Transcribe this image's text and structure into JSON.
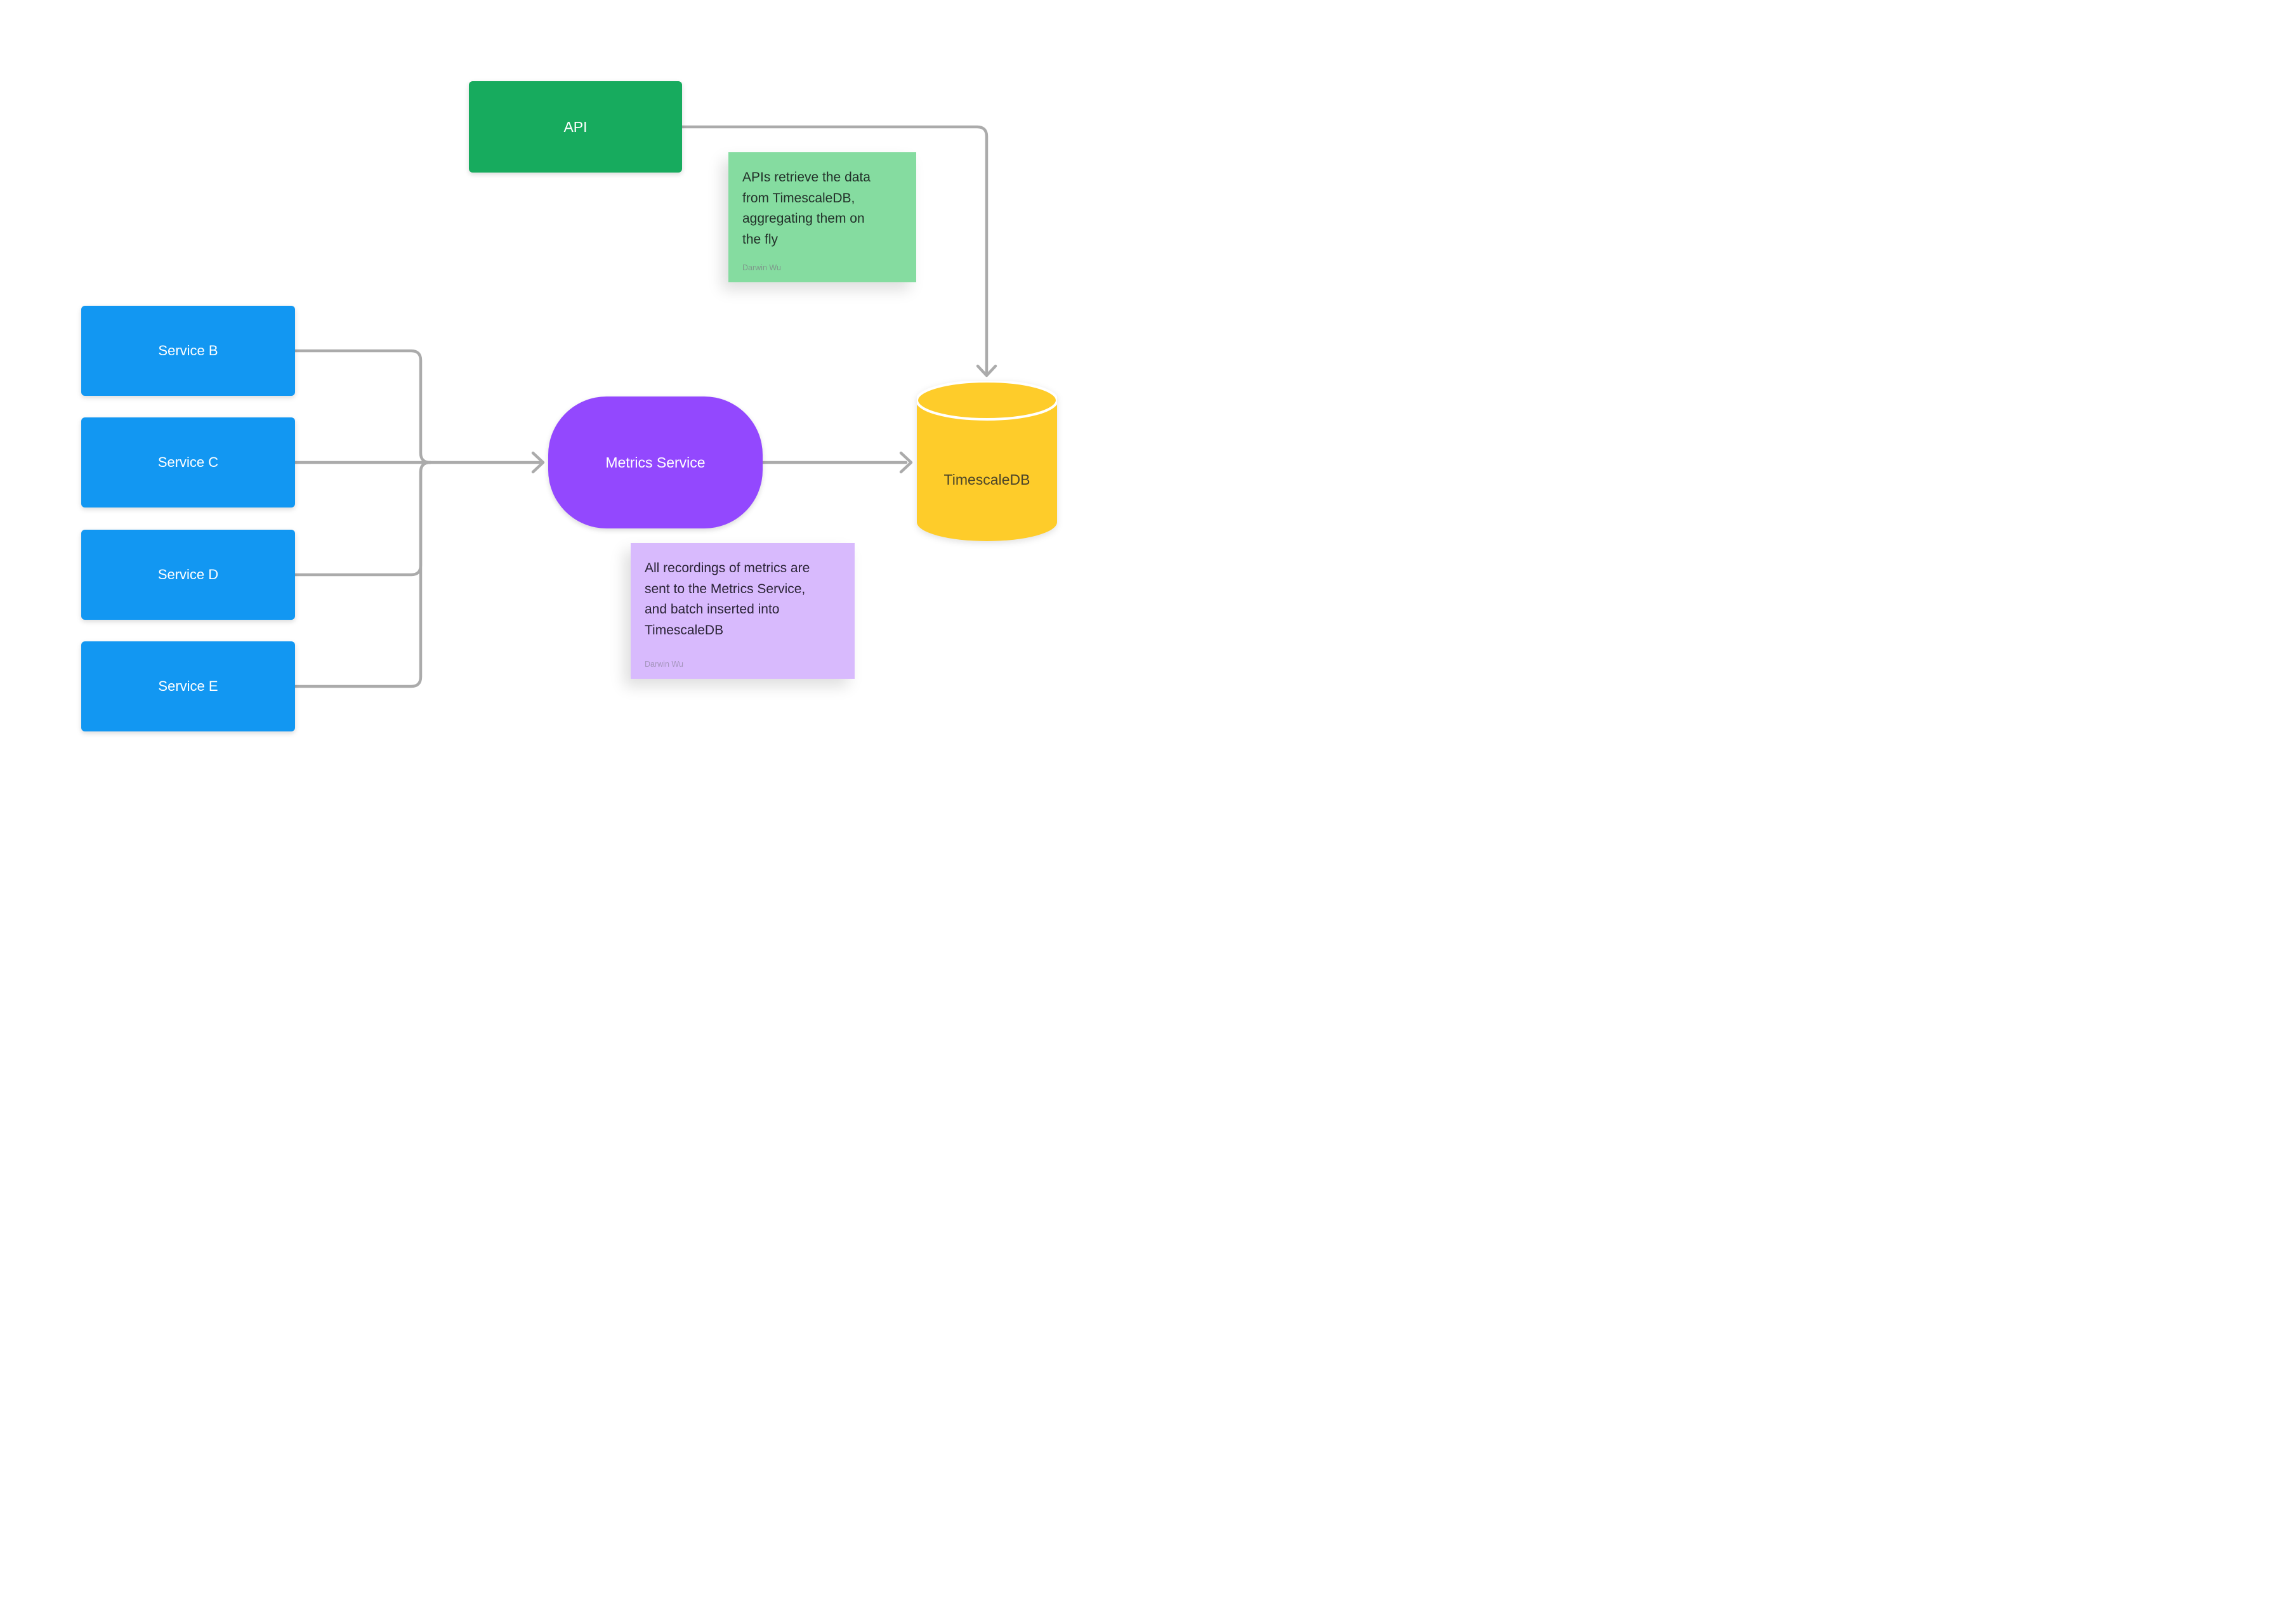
{
  "canvas": {
    "background": "#FFFFFF"
  },
  "nodes": {
    "api": {
      "label": "API",
      "color": "#17AB5E",
      "text_color": "#FFFFFF",
      "shape": "rectangle"
    },
    "services": [
      {
        "label": "Service B"
      },
      {
        "label": "Service C"
      },
      {
        "label": "Service D"
      },
      {
        "label": "Service E"
      }
    ],
    "services_color": "#1297F2",
    "metrics_service": {
      "label": "Metrics Service",
      "color": "#9348FE",
      "text_color": "#FFFFFF",
      "shape": "rounded"
    },
    "database": {
      "label": "TimescaleDB",
      "color": "#FECC2A",
      "text_color": "#4B4429",
      "shape": "cylinder",
      "lid_line_color": "#FFFFFF"
    }
  },
  "notes": {
    "api_note": {
      "text": "APIs retrieve the data\nfrom TimescaleDB,\naggregating them on\nthe fly",
      "author": "Darwin Wu",
      "color": "#85DCA0",
      "text_color": "#223029"
    },
    "metrics_note": {
      "text": "All recordings of metrics are\nsent to the Metrics Service,\nand batch inserted into\nTimescaleDB",
      "author": "Darwin Wu",
      "color": "#D8BAFD",
      "text_color": "#2B2437"
    }
  },
  "connectors": {
    "color": "#ABABAB",
    "edges": [
      {
        "from": "Service B",
        "to": "Metrics Service"
      },
      {
        "from": "Service C",
        "to": "Metrics Service"
      },
      {
        "from": "Service D",
        "to": "Metrics Service"
      },
      {
        "from": "Service E",
        "to": "Metrics Service"
      },
      {
        "from": "Metrics Service",
        "to": "TimescaleDB"
      },
      {
        "from": "API",
        "to": "TimescaleDB"
      }
    ]
  }
}
